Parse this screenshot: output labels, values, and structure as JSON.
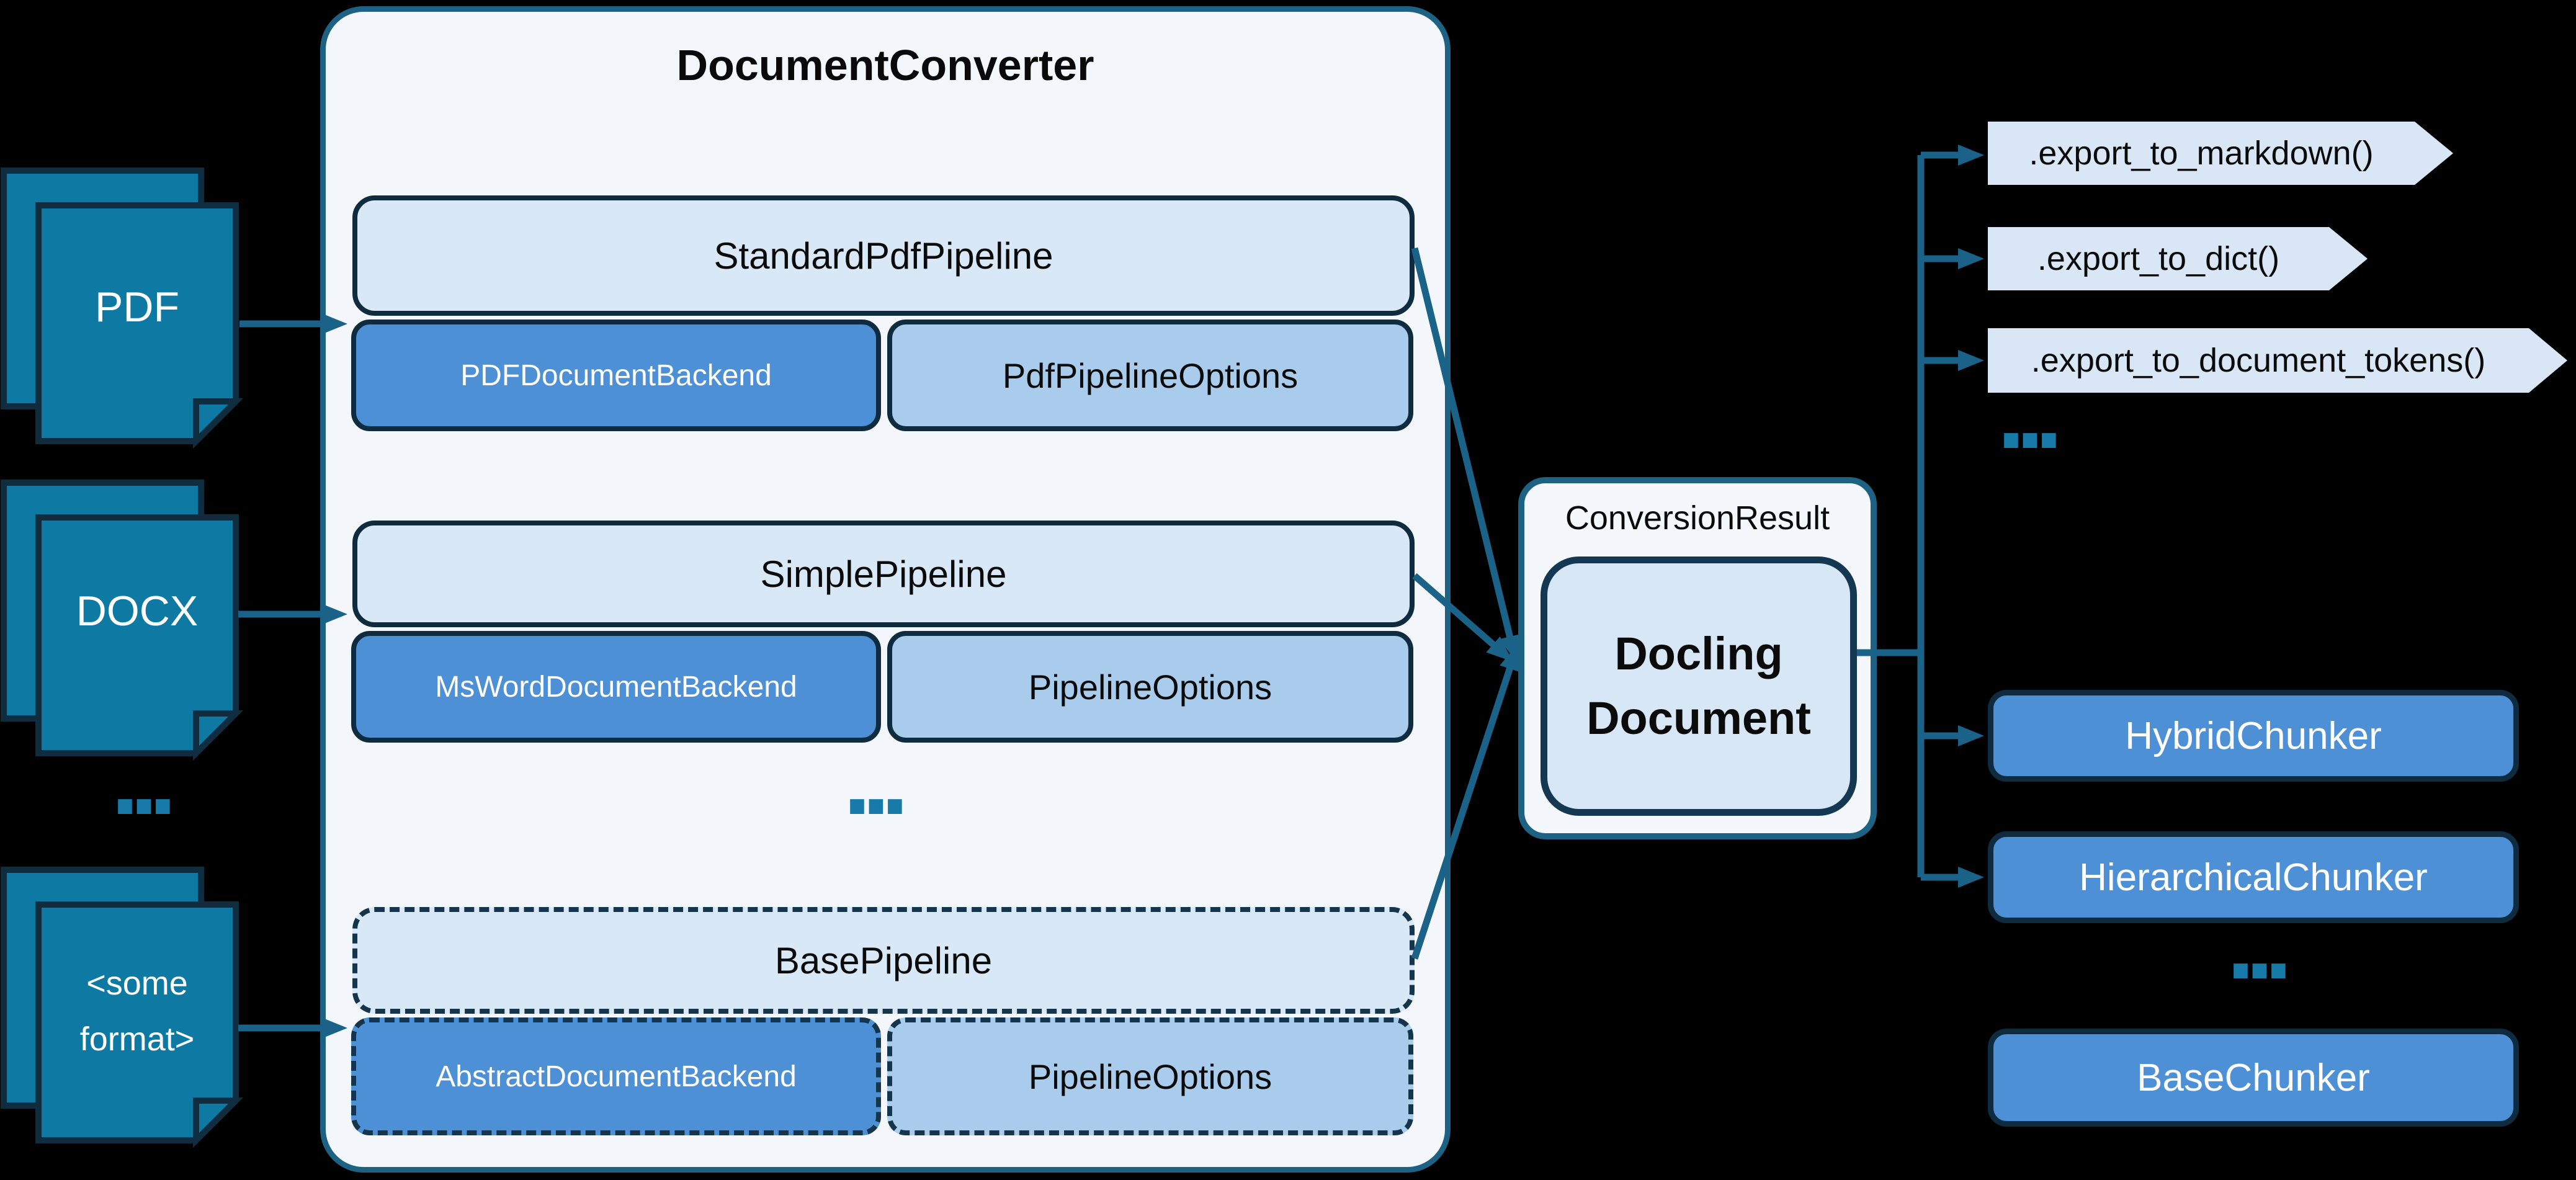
{
  "diagram": {
    "title": "DocumentConverter",
    "inputs": {
      "pdf_label": "PDF",
      "docx_label": "DOCX",
      "other_format_lines": [
        "<some",
        "format>"
      ],
      "ellipsis": "..."
    },
    "converter": {
      "rows": [
        {
          "pipeline": "StandardPdfPipeline",
          "backend": "PDFDocumentBackend",
          "options": "PdfPipelineOptions"
        },
        {
          "pipeline": "SimplePipeline",
          "backend": "MsWordDocumentBackend",
          "options": "PipelineOptions"
        },
        {
          "pipeline": "BasePipeline",
          "backend": "AbstractDocumentBackend",
          "options": "PipelineOptions"
        }
      ],
      "ellipsis": "..."
    },
    "result": {
      "label": "ConversionResult",
      "document_lines": [
        "Docling",
        "Document"
      ]
    },
    "exports": {
      "items": [
        ".export_to_markdown()",
        ".export_to_dict()",
        ".export_to_document_tokens()"
      ],
      "ellipsis": "..."
    },
    "chunkers": {
      "items": [
        "HybridChunker",
        "HierarchicalChunker",
        "BaseChunker"
      ],
      "ellipsis": "..."
    },
    "palette": {
      "background": "#000000",
      "container_fill": "#f3f7fc",
      "container_border": "#1d6282",
      "pipeline_fill": "#d9e8f6",
      "backend_fill": "#4d90d6",
      "options_fill": "#a9cbec",
      "dark_border": "#0f2b3f",
      "icon_teal": "#0e7aa3",
      "arrow_teal": "#1a6288",
      "dots_teal": "#187aa8",
      "tag_fill": "#d9e6f6"
    }
  }
}
